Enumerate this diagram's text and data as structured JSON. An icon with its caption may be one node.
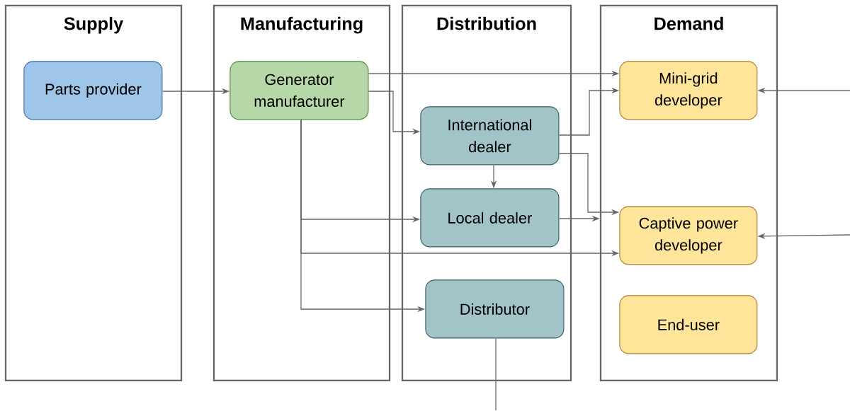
{
  "diagram": {
    "nodes": [
      {
        "text": [
          "Supply"
        ]
      },
      {
        "text": [
          "Manufacturing"
        ]
      },
      {
        "text": [
          "Distribution"
        ]
      },
      {
        "text": [
          "Demand"
        ]
      },
      {
        "text": [
          "Parts provider"
        ],
        "in": 0
      },
      {
        "text": [
          "Generator manufacturer"
        ],
        "in": 1
      },
      {
        "text": [
          "International dealer"
        ],
        "in": 2
      },
      {
        "text": [
          "Local dealer"
        ],
        "in": 2
      },
      {
        "text": [
          "Distributor"
        ],
        "in": 2
      },
      {
        "text": [
          "Mini-grid developer"
        ],
        "in": 3
      },
      {
        "text": [
          "Captive power developer"
        ],
        "in": 3
      },
      {
        "text": [
          "End-user"
        ],
        "in": 3
      }
    ],
    "edges": [
      {
        "from": 4,
        "to": 5,
        "arrow": "to"
      },
      {
        "from": 5,
        "to": 9,
        "arrow": "to"
      },
      {
        "from": 5,
        "to": 6,
        "arrow": "to"
      },
      {
        "from": 6,
        "to": 9,
        "arrow": "to"
      },
      {
        "from": 6,
        "to": 10,
        "arrow": "to"
      },
      {
        "from": 6,
        "to": 7,
        "arrow": "to"
      },
      {
        "from": 5,
        "to": 7,
        "arrow": "to"
      },
      {
        "from": 5,
        "to": 10,
        "arrow": "to"
      },
      {
        "from": 5,
        "to": 8,
        "arrow": "to"
      },
      {
        "from": 7,
        "to": 3,
        "arrow": "to"
      },
      {
        "from": null,
        "to": 9,
        "arrow": "to"
      },
      {
        "from": null,
        "to": 10,
        "arrow": "to"
      },
      {
        "from": 8,
        "to": null,
        "arrow": "none"
      }
    ]
  }
}
